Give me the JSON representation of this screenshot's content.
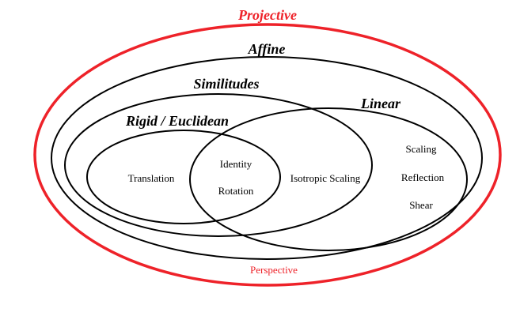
{
  "colors": {
    "projective": "#ee2229",
    "line": "#000000"
  },
  "sets": {
    "projective": "Projective",
    "affine": "Affine",
    "similitudes": "Similitudes",
    "rigid": "Rigid / Euclidean",
    "linear": "Linear"
  },
  "members": {
    "translation": "Translation",
    "identity": "Identity",
    "rotation": "Rotation",
    "isotropic_scaling": "Isotropic Scaling",
    "scaling": "Scaling",
    "reflection": "Reflection",
    "shear": "Shear",
    "perspective": "Perspective"
  }
}
